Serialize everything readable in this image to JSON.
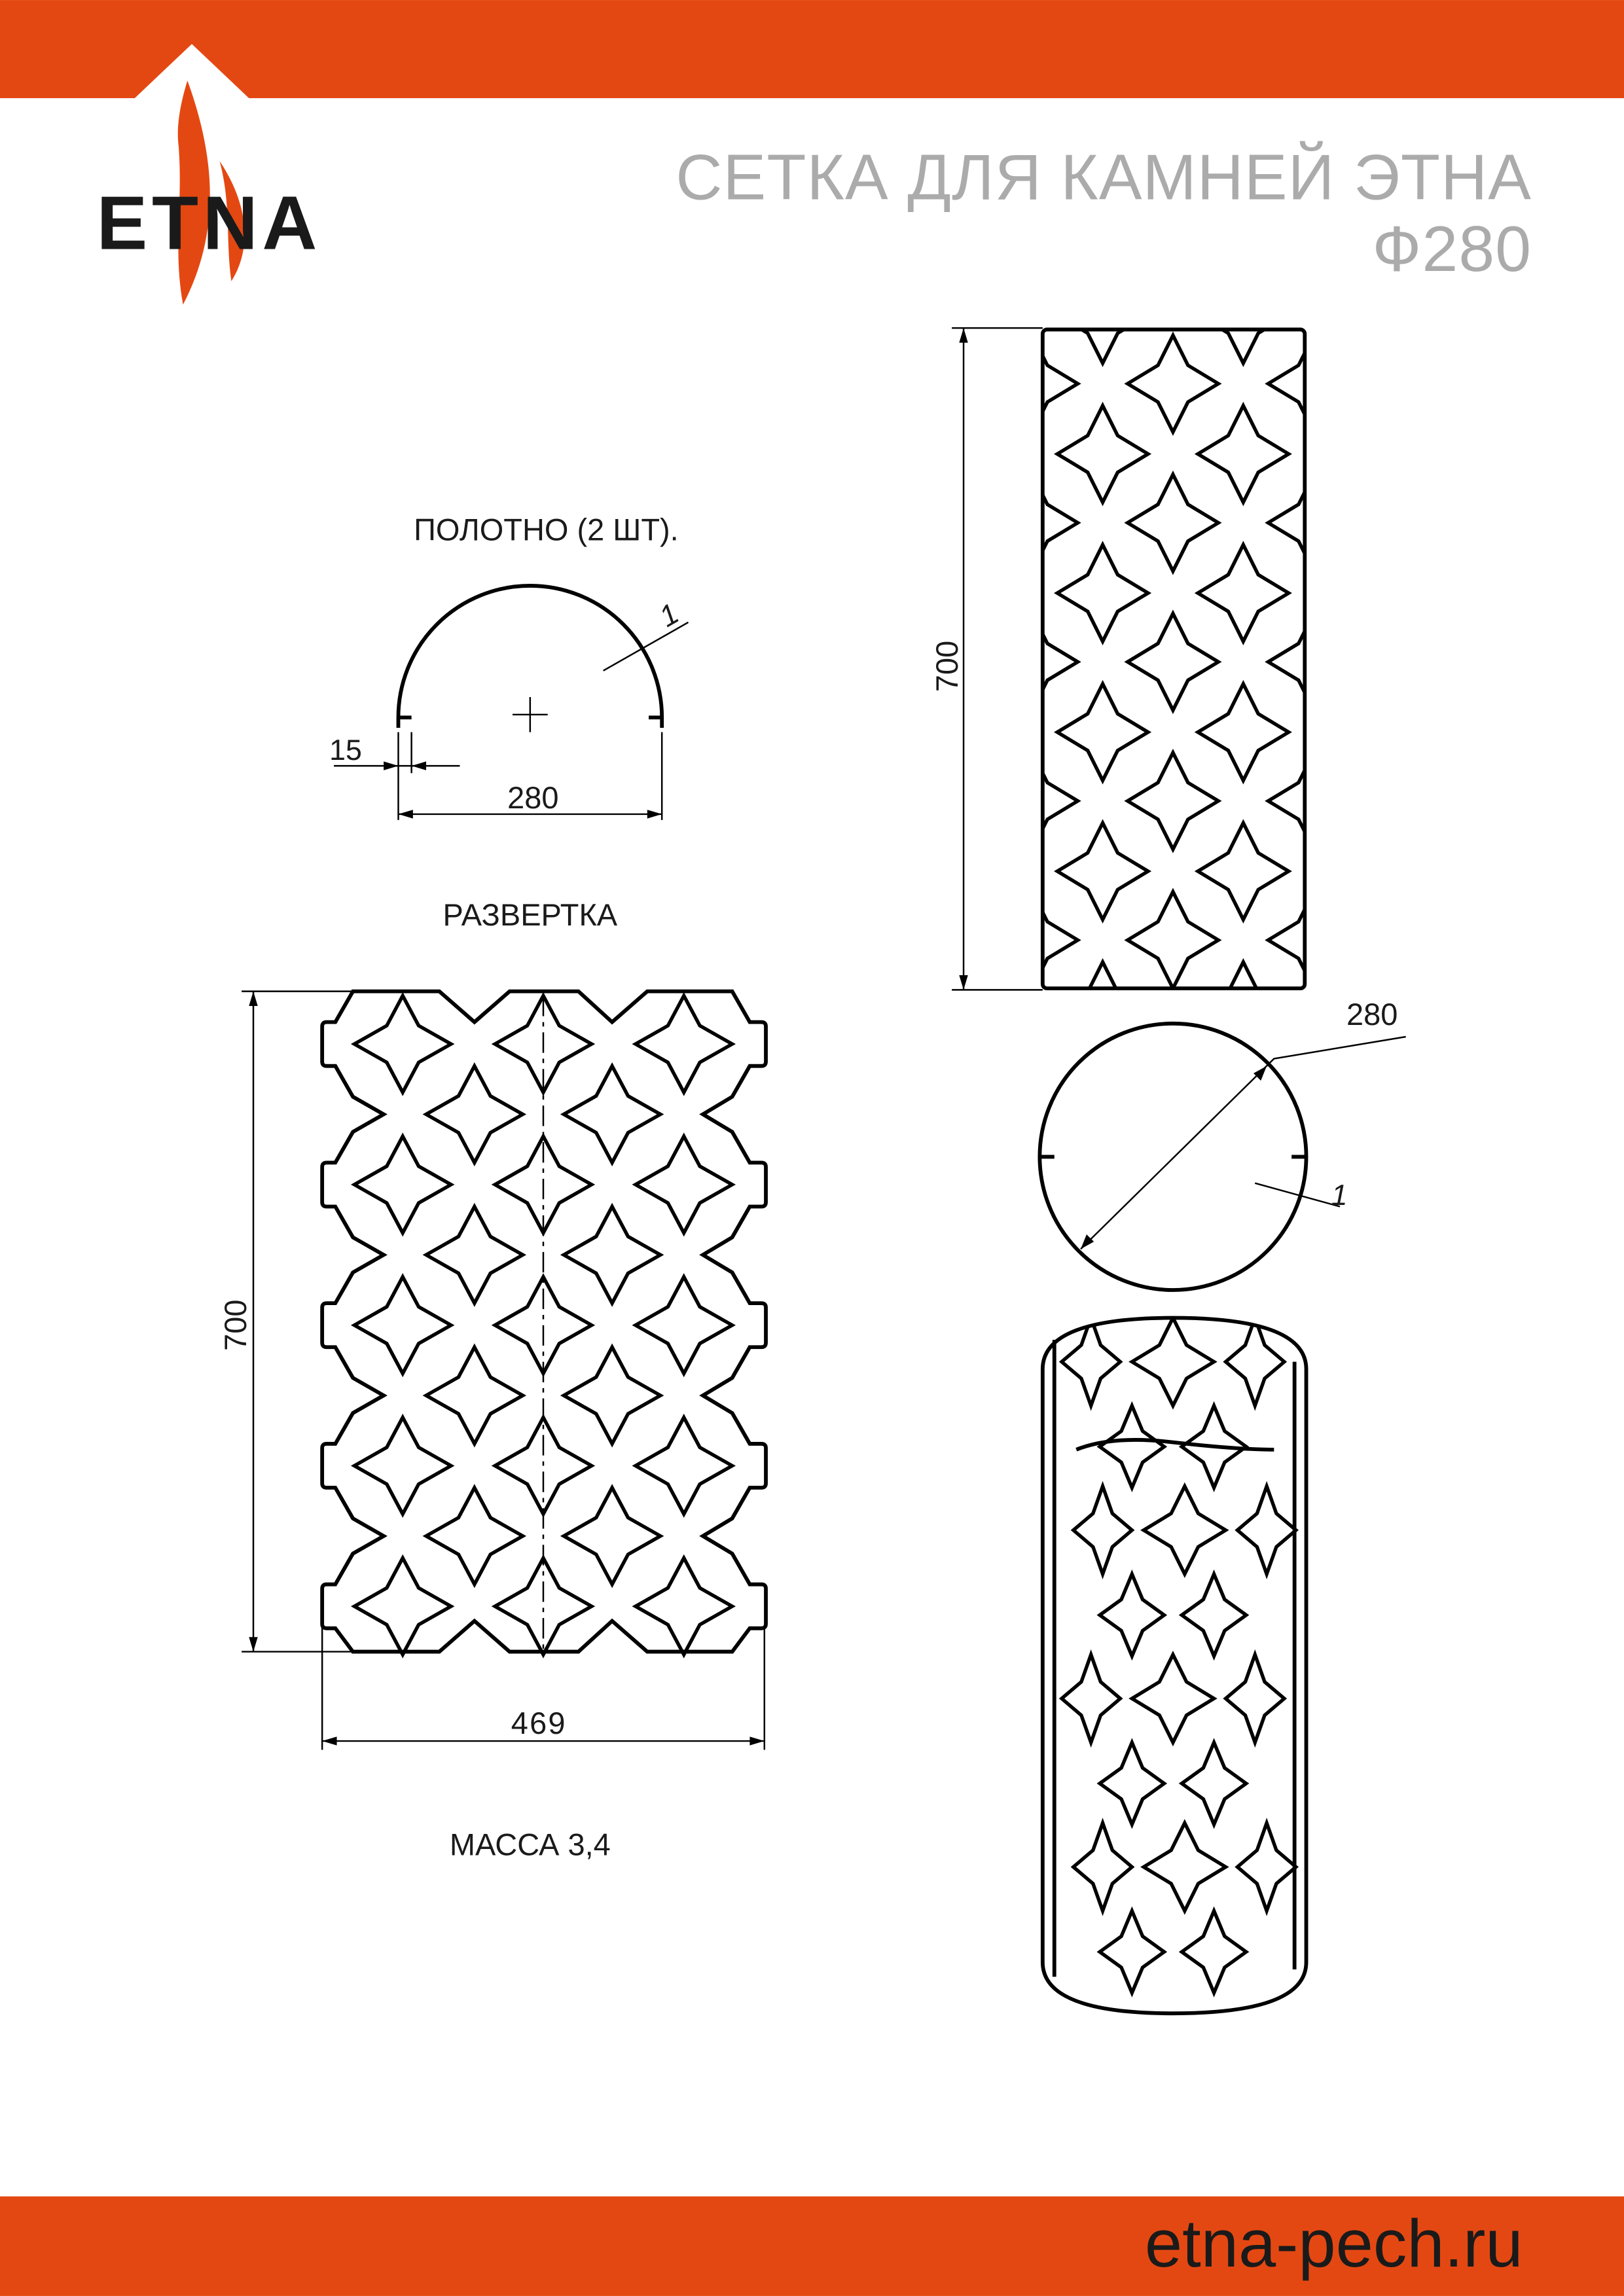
{
  "brand": {
    "logo_text": "ETNA",
    "accent_color": "#E44812",
    "text_color": "#1d1d1b"
  },
  "header": {
    "title_line1": "СЕТКА ДЛЯ КАМНЕЙ ЭТНА",
    "title_line2": "Ф280"
  },
  "section_blank": {
    "label": "ПОЛОТНО (2 ШТ).",
    "dim_width": "280",
    "dim_tab": "15",
    "dim_thickness": "1"
  },
  "section_flat": {
    "label": "РАЗВЕРТКА",
    "dim_height": "700",
    "dim_width": "469",
    "mass_label": "МАССА 3,4"
  },
  "section_assembled": {
    "dim_height": "700",
    "dim_diameter": "280",
    "dim_thickness": "1"
  },
  "footer": {
    "website": "etna-pech.ru"
  }
}
